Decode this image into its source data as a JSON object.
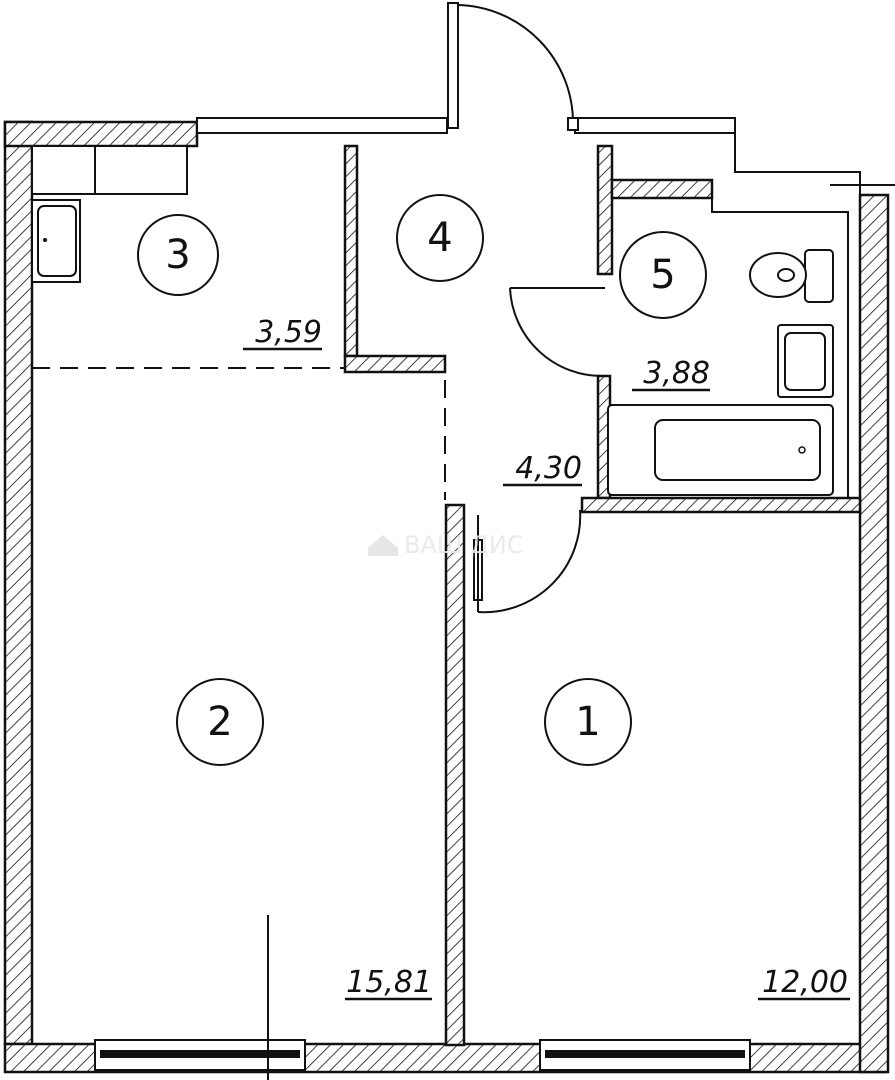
{
  "rooms": [
    {
      "number": "1",
      "area": "12,00"
    },
    {
      "number": "2",
      "area": "15,81"
    },
    {
      "number": "3",
      "area": "3,59"
    },
    {
      "number": "4",
      "area": "4,30"
    },
    {
      "number": "5",
      "area": "3,88"
    }
  ],
  "watermark": {
    "text": "ВАШ ДИС",
    "icon": "house-icon"
  }
}
